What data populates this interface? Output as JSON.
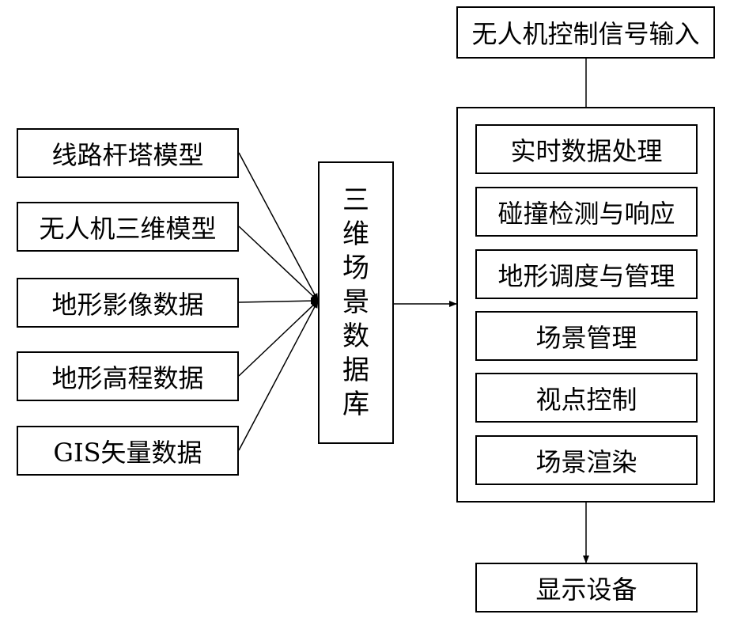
{
  "input_box": {
    "label": "无人机控制信号输入"
  },
  "left_inputs": [
    {
      "label": "线路杆塔模型"
    },
    {
      "label": "无人机三维模型"
    },
    {
      "label": "地形影像数据"
    },
    {
      "label": "地形高程数据"
    },
    {
      "label": "GIS矢量数据"
    }
  ],
  "database": {
    "chars": [
      "三",
      "维",
      "场",
      "景",
      "数",
      "据",
      "库"
    ]
  },
  "modules": [
    {
      "label": "实时数据处理"
    },
    {
      "label": "碰撞检测与响应"
    },
    {
      "label": "地形调度与管理"
    },
    {
      "label": "场景管理"
    },
    {
      "label": "视点控制"
    },
    {
      "label": "场景渲染"
    }
  ],
  "output_box": {
    "label": "显示设备"
  }
}
